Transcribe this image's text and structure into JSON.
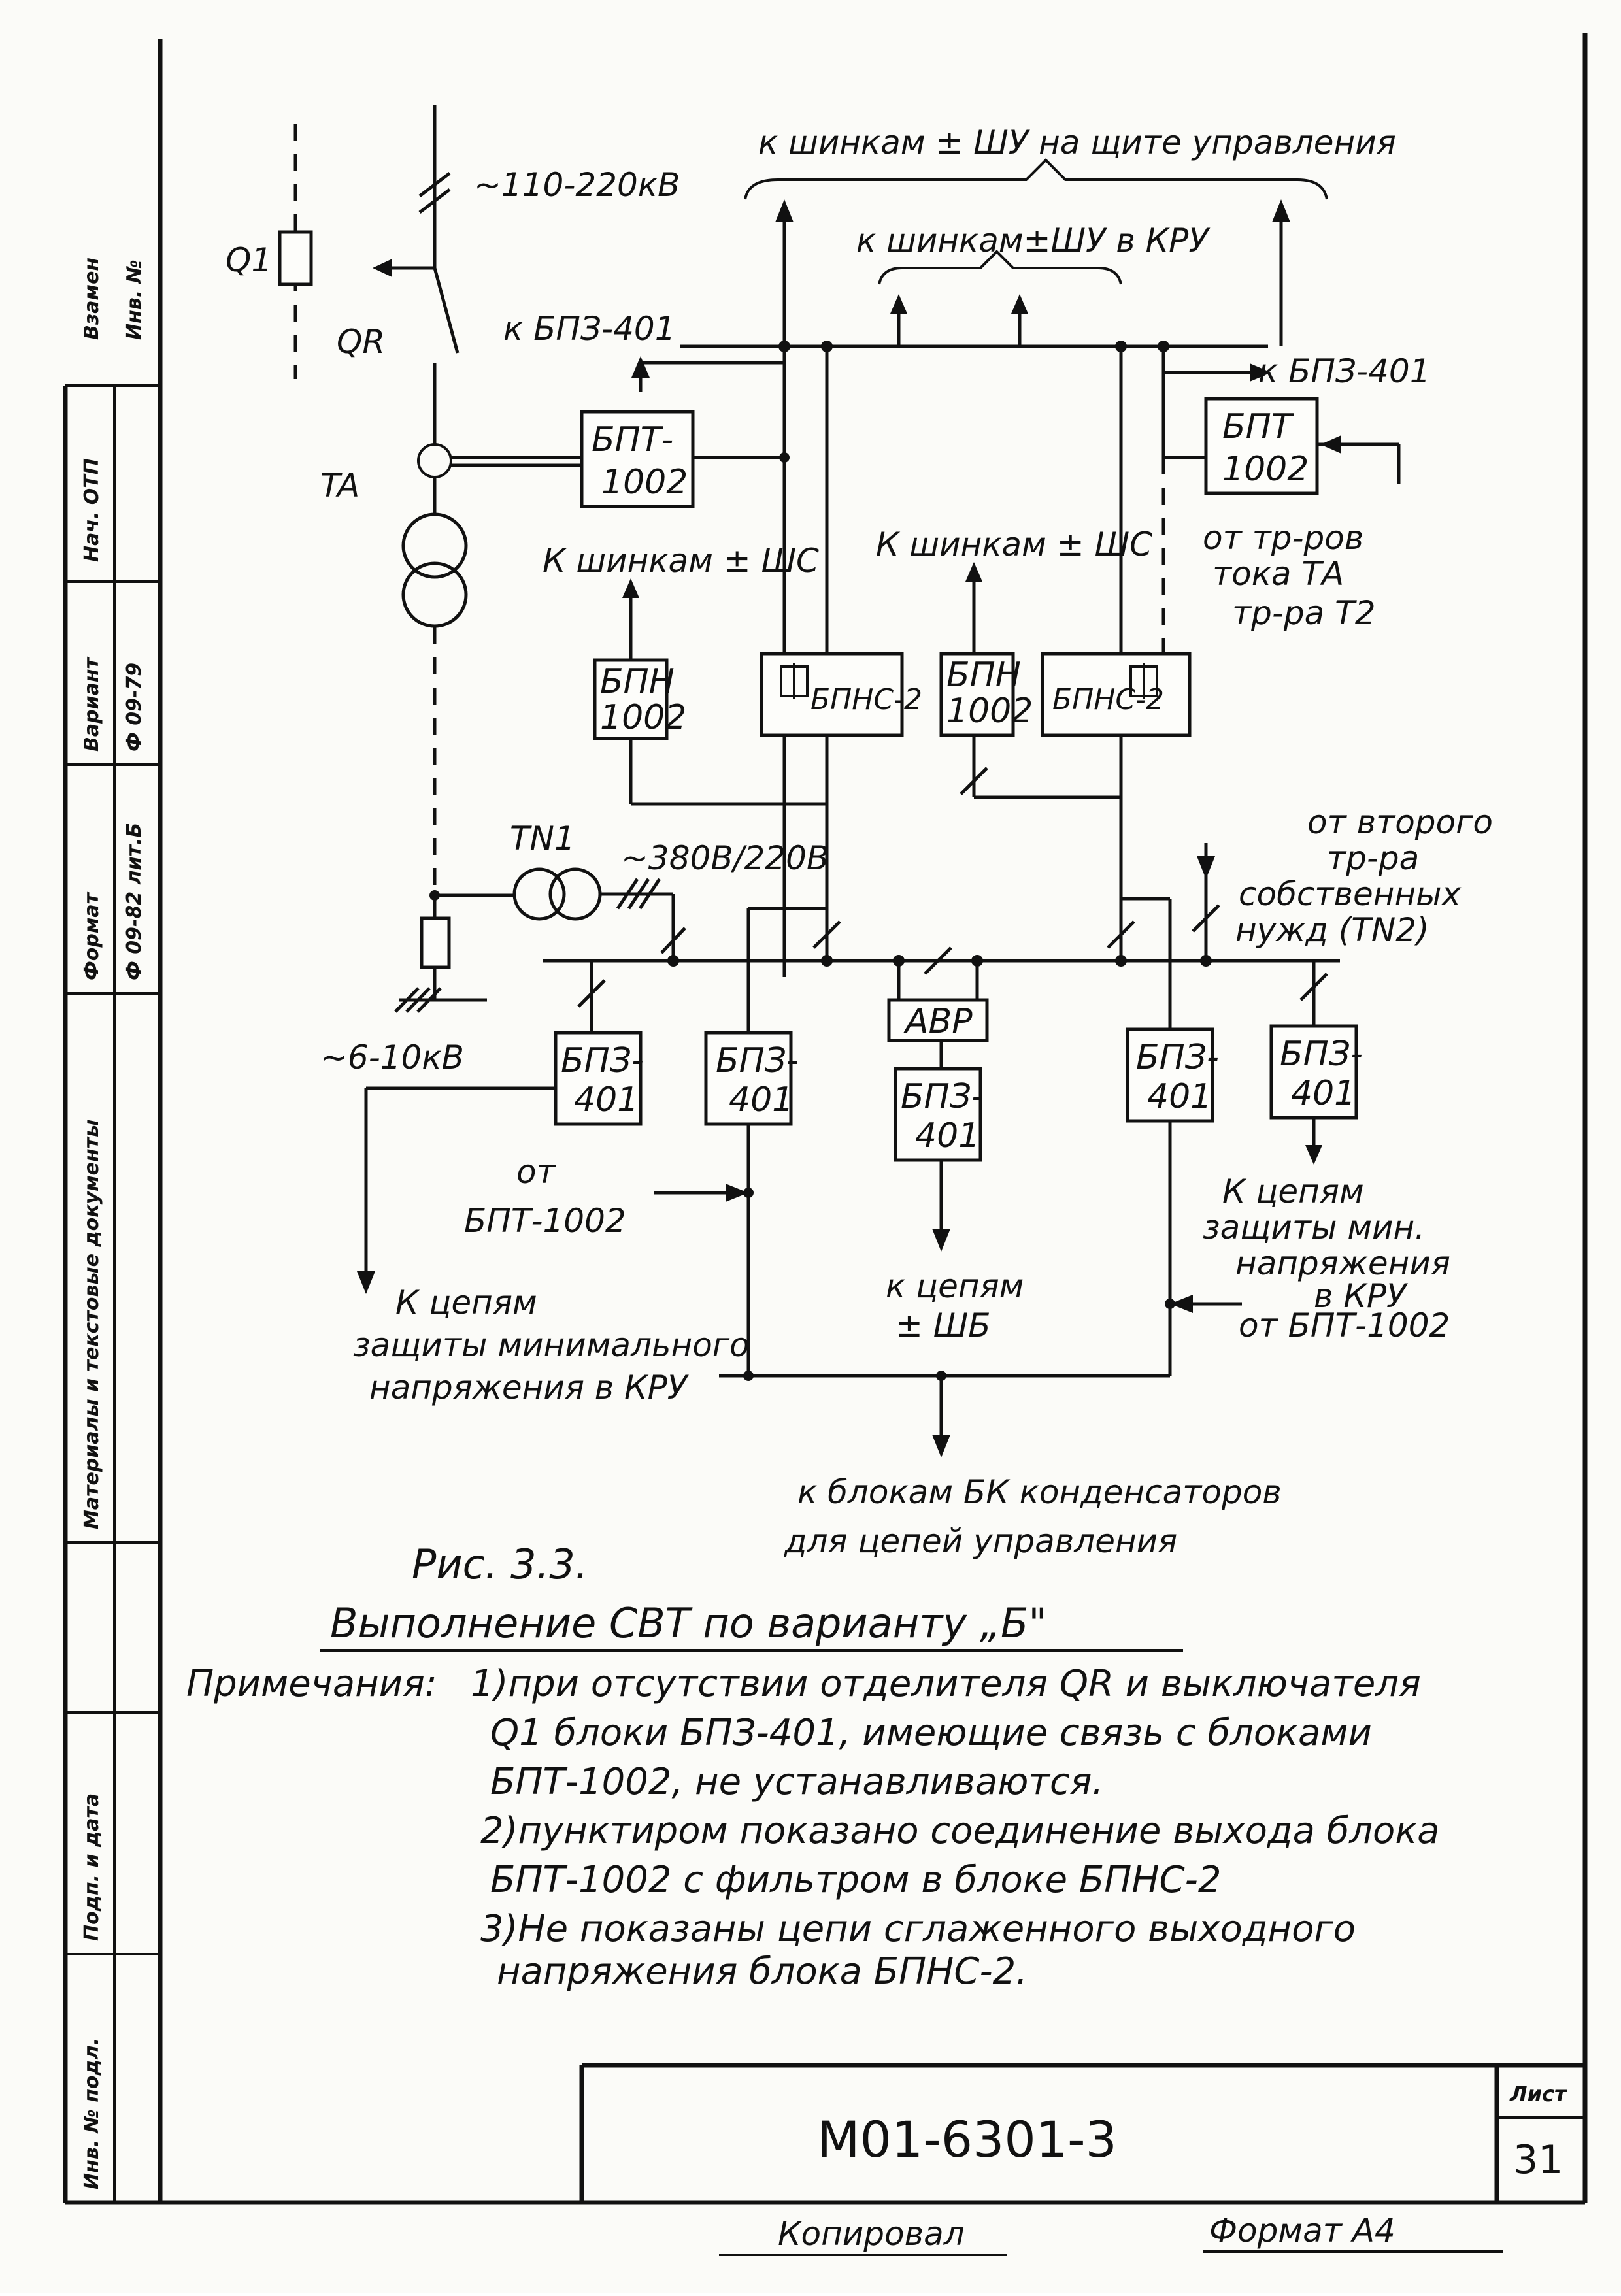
{
  "side_stamps": {
    "a": "Взамен",
    "b": "Инв. №",
    "c": "Нач. ОТП",
    "d": "Вариант",
    "e": "Ф 09-79",
    "f": "Формат",
    "g": "Ф 09-82 лит.Б",
    "h": "Материалы и текстовые документы",
    "i": "Подп. и дата",
    "j": "Инв. № подл."
  },
  "diagram": {
    "top_buses": "к шинкам ± ШУ на щите управления",
    "kru_buses": "к шинкам±ШУ в КРУ",
    "hv": "~110-220кВ",
    "q1": "Q1",
    "qr": "QR",
    "ta": "TA",
    "bpz_left_top": "к БПЗ-401",
    "bpz_right_top": "к БПЗ-401",
    "bpt_left": [
      "БПТ-",
      "1002"
    ],
    "bpt_right": [
      "БПТ",
      "1002"
    ],
    "from_ct": [
      "от тр-ров",
      "тока ТА",
      "тр-ра Т2"
    ],
    "shs_left": "К шинкам ± ШС",
    "shs_mid": "К шинкам ± ШС",
    "bpn_left": [
      "БПН",
      "1002"
    ],
    "bpns_left": "БПНС-2",
    "bpn_mid": [
      "БПН",
      "1002"
    ],
    "bpns_right": "БПНС-2",
    "tn1": "TN1",
    "lv": "~380В/220В",
    "from_tn2": [
      "от второго",
      "тр-ра",
      "собственных",
      "нужд (TN2)"
    ],
    "mv": "~6-10кВ",
    "avr": "АВР",
    "bpz1": [
      "БПЗ-",
      "401"
    ],
    "bpz2": [
      "БПЗ-",
      "401"
    ],
    "bpz3": [
      "БПЗ-",
      "401"
    ],
    "bpz4": [
      "БПЗ-",
      "401"
    ],
    "bpz5": [
      "БПЗ-",
      "401"
    ],
    "to_min_voltage_kru_right": [
      "К цепям",
      "защиты мин.",
      "напряжения",
      "в КРУ"
    ],
    "from_bpt_left": [
      "от",
      "БПТ-1002"
    ],
    "to_min_voltage_kru_left": [
      "К цепям",
      "защиты минимального",
      "напряжения в КРУ"
    ],
    "to_shb": [
      "к цепям",
      "± ШБ"
    ],
    "from_bpt_right": "от БПТ-1002",
    "to_capacitors": [
      "к блокам БК конденсаторов",
      "для цепей управления"
    ]
  },
  "caption": {
    "figure": "Рис. 3.3.",
    "title": "Выполнение СВТ по варианту „Б\""
  },
  "notes": {
    "head": "Примечания:",
    "lines": [
      "1)при отсутствии отделителя QR и выключателя",
      "Q1 блоки БПЗ-401, имеющие связь с блоками",
      "БПТ-1002, не устанавливаются.",
      "2)пунктиром показано соединение выхода блока",
      "БПТ-1002 с фильтром в блоке БПНС-2",
      "3)Не показаны цепи сглаженного выходного",
      "напряжения блока БПНС-2."
    ]
  },
  "stamp": {
    "doc_code": "М01-6301-3",
    "sheet_label": "Лист",
    "sheet_no": "31",
    "copied": "Копировал",
    "format": "Формат А4"
  }
}
